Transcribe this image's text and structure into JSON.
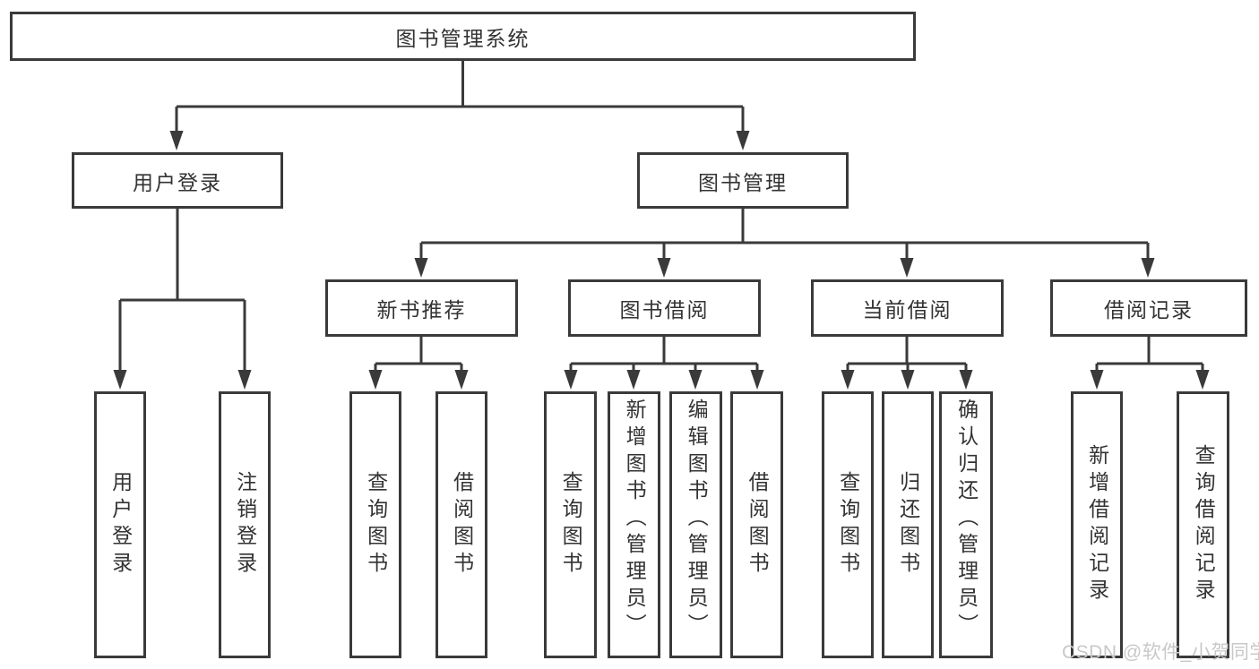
{
  "title": "图书管理系统",
  "watermark": "CSDN @软件_小贺同学",
  "colors": {
    "line": "#3a3a3a",
    "box_border": "#3a3a3a",
    "box_fill": "#ffffff",
    "text": "#333333",
    "watermark": "#c8c8c8"
  },
  "nodes": {
    "root": "图书管理系统",
    "userLogin": "用户登录",
    "bookMgmt": "图书管理",
    "leafUserLogin": "用户登录",
    "leafLogout": "注销登录",
    "newBookRec": "新书推荐",
    "bookBorrow": "图书借阅",
    "currentBorrow": "当前借阅",
    "borrowRecords": "借阅记录",
    "recQuery": "查询图书",
    "recBorrow": "借阅图书",
    "bbQuery": "查询图书",
    "bbAdd": "新增图书（管理员）",
    "bbEdit": "编辑图书（管理员）",
    "bbBorrow": "借阅图书",
    "cbQuery": "查询图书",
    "cbReturn": "归还图书",
    "cbConfirm": "确认归还（管理员）",
    "brAdd": "新增借阅记录",
    "brQuery": "查询借阅记录"
  },
  "structure": {
    "图书管理系统": {
      "用户登录": [
        "用户登录",
        "注销登录"
      ],
      "图书管理": {
        "新书推荐": [
          "查询图书",
          "借阅图书"
        ],
        "图书借阅": [
          "查询图书",
          "新增图书（管理员）",
          "编辑图书（管理员）",
          "借阅图书"
        ],
        "当前借阅": [
          "查询图书",
          "归还图书",
          "确认归还（管理员）"
        ],
        "借阅记录": [
          "新增借阅记录",
          "查询借阅记录"
        ]
      }
    }
  }
}
